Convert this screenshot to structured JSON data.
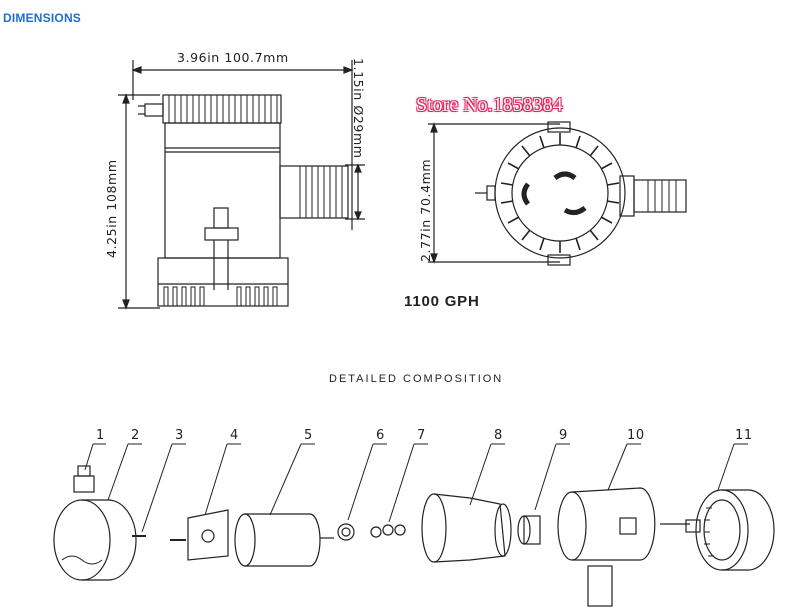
{
  "header": {
    "title": "DIMENSIONS"
  },
  "dimensions": {
    "width": "3.96in  100.7mm",
    "height": "4.25in  108mm",
    "outlet": "1.15in  Ø29mm",
    "base": "2.77in  70.4mm"
  },
  "watermark": "Store No.1858384",
  "model": "1100 GPH",
  "composition": {
    "title": "DETAILED COMPOSITION",
    "parts": [
      "1",
      "2",
      "3",
      "4",
      "5",
      "6",
      "7",
      "8",
      "9",
      "10",
      "11"
    ]
  }
}
